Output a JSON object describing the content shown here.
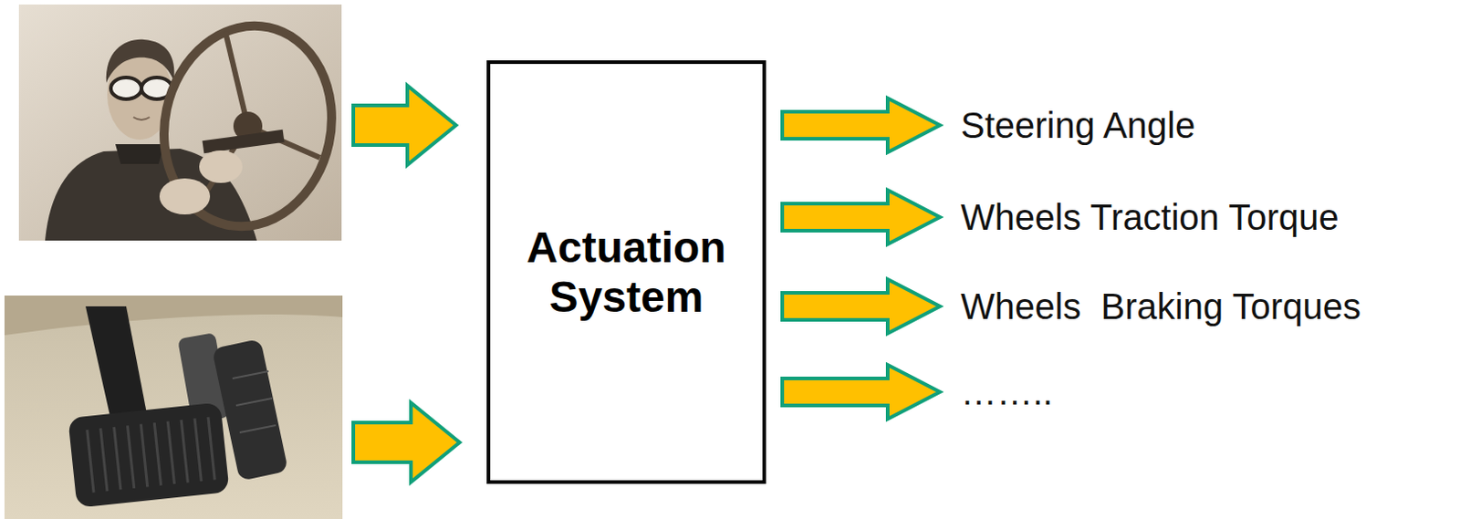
{
  "diagram": {
    "nodes": [
      {
        "text": [
          "Actuation System"
        ]
      }
    ],
    "labels": [
      "Steering Angle",
      "Wheels Traction Torque",
      "Wheels  Braking Torques",
      "…….."
    ]
  }
}
